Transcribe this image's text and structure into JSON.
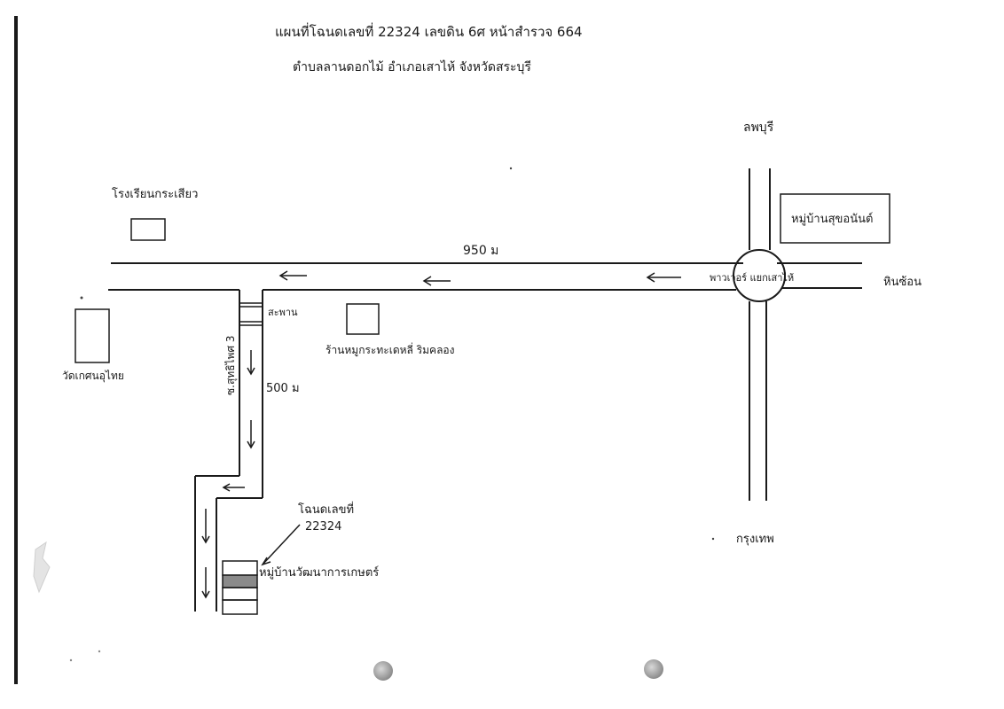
{
  "header": {
    "line1": "แผนที่โฉนดเลขที่  22324  เลขดิน  6ศ  หน้าสำรวจ  664",
    "line2": "ตำบลลานดอกไม้  อำเภอเสาไห้  จังหวัดสระบุรี"
  },
  "directions": {
    "north": "ลพบุรี",
    "south": "กรุงเทพ",
    "east": "หินซ้อน"
  },
  "landmarks": {
    "school": "โรงเรียนกระเสียว",
    "temple": "วัดเกศนอุไทย",
    "clinic": "ร้านหมูกระทะเดหลี่ ริมคลอง",
    "village_top": "หมู่บ้านสุขอนันต์",
    "village_plot": "หมู่บ้านวัฒนาการเกษตร์",
    "bridge": "สะพาน",
    "intersection": "พาวเวอร์ แยกเสาไห้",
    "soi": "ซ.สุทธิไพศ 3"
  },
  "plot": {
    "label_line1": "โฉนดเลขที่",
    "label_line2": "22324"
  },
  "distances": {
    "main_road": "950 ม",
    "soi": "500 ม"
  },
  "colors": {
    "ink": "#1a1a1a",
    "plot_fill": "#8a8a8a",
    "edge_bar": "#1a1a1a",
    "punch_hole": "#9e9e9e"
  }
}
